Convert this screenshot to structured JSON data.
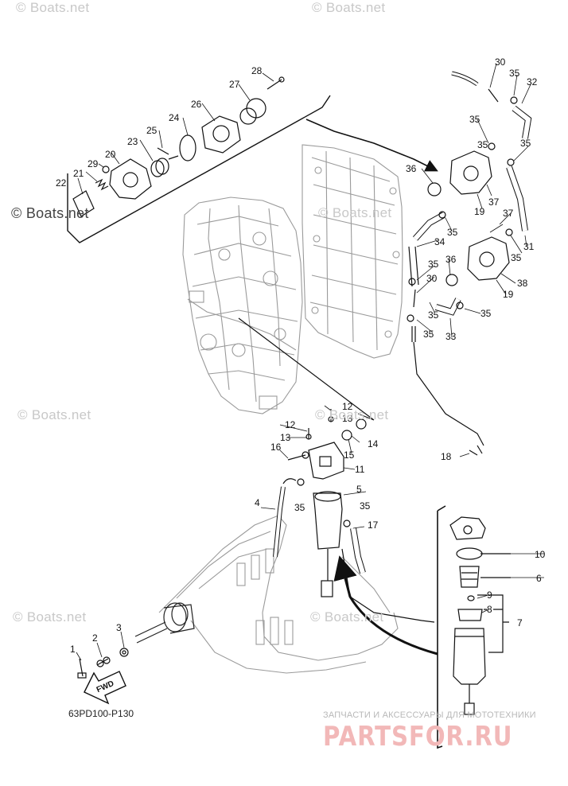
{
  "diagram": {
    "code": "63PD100-P130",
    "fwd_label": "FWD",
    "watermarks": [
      {
        "id": "wm-1",
        "text": "© Boats.net"
      },
      {
        "id": "wm-2",
        "text": "© Boats.net"
      },
      {
        "id": "wm-3",
        "text": "© Boats.net"
      },
      {
        "id": "wm-4",
        "text": "© Boats.net"
      },
      {
        "id": "wm-5",
        "text": "© Boats.net"
      },
      {
        "id": "wm-6",
        "text": "© Boats.net"
      },
      {
        "id": "wm-7",
        "text": "© Boats.net"
      },
      {
        "id": "wm-8",
        "text": "© Boats.net"
      }
    ],
    "ad_tagline": "ЗАПЧАСТИ И АКСЕССУАРЫ ДЛЯ МОТОТЕХНИКИ",
    "ad_site": "PARTSFOR.RU",
    "labels": [
      {
        "id": "1",
        "text": "1"
      },
      {
        "id": "2",
        "text": "2"
      },
      {
        "id": "3",
        "text": "3"
      },
      {
        "id": "4",
        "text": "4"
      },
      {
        "id": "5",
        "text": "5"
      },
      {
        "id": "6",
        "text": "6"
      },
      {
        "id": "7",
        "text": "7"
      },
      {
        "id": "8",
        "text": "8"
      },
      {
        "id": "9",
        "text": "9"
      },
      {
        "id": "10",
        "text": "10"
      },
      {
        "id": "11",
        "text": "11"
      },
      {
        "id": "12a",
        "text": "12"
      },
      {
        "id": "12b",
        "text": "12"
      },
      {
        "id": "13a",
        "text": "13"
      },
      {
        "id": "13b",
        "text": "13"
      },
      {
        "id": "14",
        "text": "14"
      },
      {
        "id": "15",
        "text": "15"
      },
      {
        "id": "16",
        "text": "16"
      },
      {
        "id": "17",
        "text": "17"
      },
      {
        "id": "18",
        "text": "18"
      },
      {
        "id": "19a",
        "text": "19"
      },
      {
        "id": "19b",
        "text": "19"
      },
      {
        "id": "20",
        "text": "20"
      },
      {
        "id": "21",
        "text": "21"
      },
      {
        "id": "22",
        "text": "22"
      },
      {
        "id": "23",
        "text": "23"
      },
      {
        "id": "24",
        "text": "24"
      },
      {
        "id": "25",
        "text": "25"
      },
      {
        "id": "26",
        "text": "26"
      },
      {
        "id": "27",
        "text": "27"
      },
      {
        "id": "28",
        "text": "28"
      },
      {
        "id": "29",
        "text": "29"
      },
      {
        "id": "30a",
        "text": "30"
      },
      {
        "id": "30b",
        "text": "30"
      },
      {
        "id": "31",
        "text": "31"
      },
      {
        "id": "32",
        "text": "32"
      },
      {
        "id": "33",
        "text": "33"
      },
      {
        "id": "34",
        "text": "34"
      },
      {
        "id": "35a",
        "text": "35"
      },
      {
        "id": "35b",
        "text": "35"
      },
      {
        "id": "35c",
        "text": "35"
      },
      {
        "id": "35d",
        "text": "35"
      },
      {
        "id": "35e",
        "text": "35"
      },
      {
        "id": "35f",
        "text": "35"
      },
      {
        "id": "35g",
        "text": "35"
      },
      {
        "id": "35h",
        "text": "35"
      },
      {
        "id": "35i",
        "text": "35"
      },
      {
        "id": "35j",
        "text": "35"
      },
      {
        "id": "35k",
        "text": "35"
      },
      {
        "id": "35l",
        "text": "35"
      },
      {
        "id": "36a",
        "text": "36"
      },
      {
        "id": "36b",
        "text": "36"
      },
      {
        "id": "37a",
        "text": "37"
      },
      {
        "id": "37b",
        "text": "37"
      },
      {
        "id": "38",
        "text": "38"
      }
    ]
  }
}
